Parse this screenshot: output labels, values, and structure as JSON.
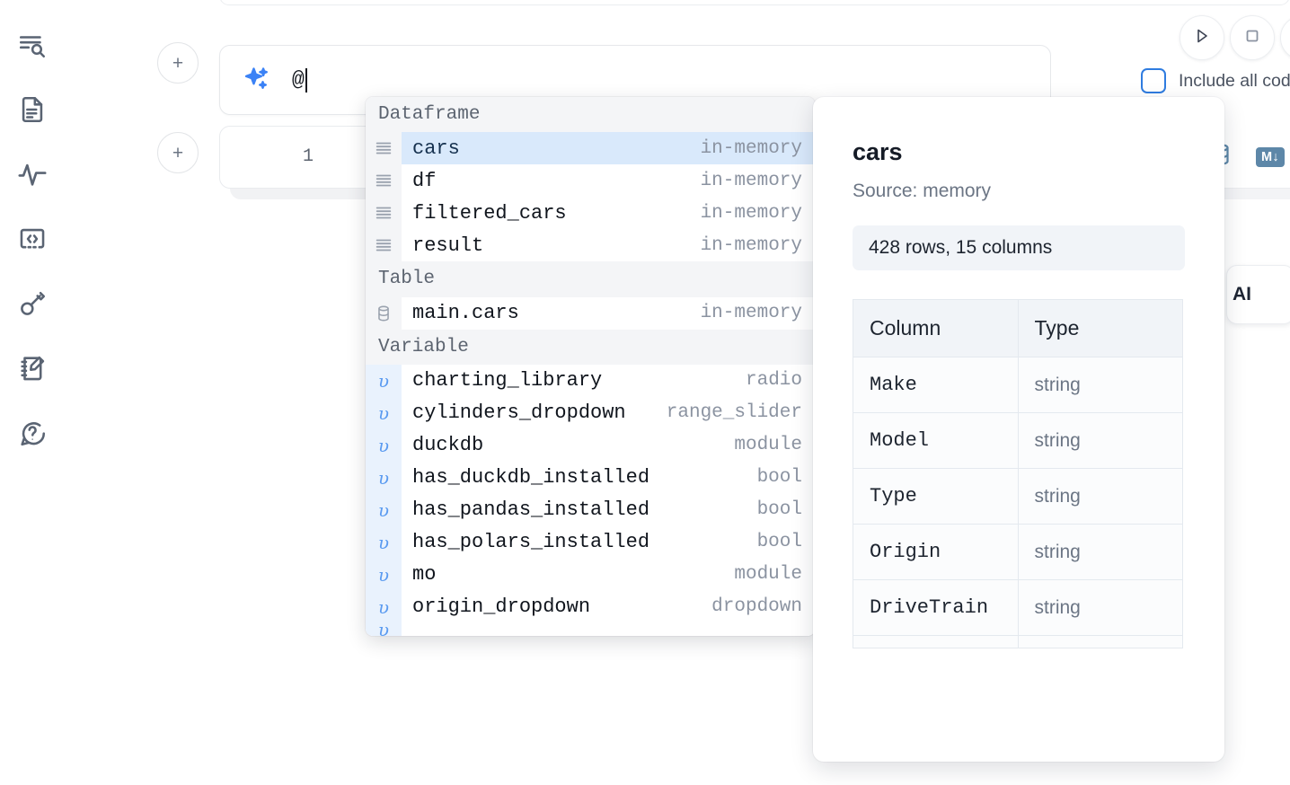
{
  "app": {
    "background": "#ffffff",
    "accent": "#2f7ce0"
  },
  "sidebar": {
    "items": [
      {
        "icon": "outline-search-icon",
        "label": "Outline"
      },
      {
        "icon": "document-icon",
        "label": "Notebook"
      },
      {
        "icon": "activity-icon",
        "label": "Variables"
      },
      {
        "icon": "code-snippet-icon",
        "label": "Snippets"
      },
      {
        "icon": "key-icon",
        "label": "Secrets"
      },
      {
        "icon": "scratchpad-edit-icon",
        "label": "Scratchpad"
      },
      {
        "icon": "help-chat-icon",
        "label": "Help"
      }
    ]
  },
  "toolbar": {
    "add_cell_label": "+",
    "run_label": "run-icon",
    "stop_label": "stop-icon",
    "more_label": "more-icon",
    "include_all_code_label": "Include all code",
    "include_all_code_checked": false
  },
  "ai_prompt": {
    "icon": "sparkle-icon",
    "value": "@",
    "placeholder": ""
  },
  "code_cell": {
    "line_number": "1",
    "content": "",
    "tools": [
      {
        "icon": "database-icon",
        "label": "SQL cell"
      },
      {
        "icon": "markdown-icon",
        "label": "M↓"
      }
    ]
  },
  "ai_chip": {
    "label": "AI"
  },
  "autocomplete": {
    "groups": [
      {
        "label": "Dataframe",
        "items": [
          {
            "icon": "dataframe-icon",
            "name": "cars",
            "type": "in-memory",
            "selected": true
          },
          {
            "icon": "dataframe-icon",
            "name": "df",
            "type": "in-memory",
            "selected": false
          },
          {
            "icon": "dataframe-icon",
            "name": "filtered_cars",
            "type": "in-memory",
            "selected": false
          },
          {
            "icon": "dataframe-icon",
            "name": "result",
            "type": "in-memory",
            "selected": false
          }
        ]
      },
      {
        "label": "Table",
        "items": [
          {
            "icon": "table-db-icon",
            "name": "main.cars",
            "type": "in-memory",
            "selected": false
          }
        ]
      },
      {
        "label": "Variable",
        "items": [
          {
            "icon": "variable-icon",
            "name": "charting_library",
            "type": "radio",
            "selected": false
          },
          {
            "icon": "variable-icon",
            "name": "cylinders_dropdown",
            "type": "range_slider",
            "selected": false
          },
          {
            "icon": "variable-icon",
            "name": "duckdb",
            "type": "module",
            "selected": false
          },
          {
            "icon": "variable-icon",
            "name": "has_duckdb_installed",
            "type": "bool",
            "selected": false
          },
          {
            "icon": "variable-icon",
            "name": "has_pandas_installed",
            "type": "bool",
            "selected": false
          },
          {
            "icon": "variable-icon",
            "name": "has_polars_installed",
            "type": "bool",
            "selected": false
          },
          {
            "icon": "variable-icon",
            "name": "mo",
            "type": "module",
            "selected": false
          },
          {
            "icon": "variable-icon",
            "name": "origin_dropdown",
            "type": "dropdown",
            "selected": false
          }
        ]
      }
    ]
  },
  "docs": {
    "title": "cars",
    "source": "Source: memory",
    "shape": "428 rows, 15 columns",
    "table": {
      "headers": [
        "Column",
        "Type"
      ],
      "rows": [
        [
          "Make",
          "string"
        ],
        [
          "Model",
          "string"
        ],
        [
          "Type",
          "string"
        ],
        [
          "Origin",
          "string"
        ],
        [
          "DriveTrain",
          "string"
        ]
      ]
    }
  }
}
